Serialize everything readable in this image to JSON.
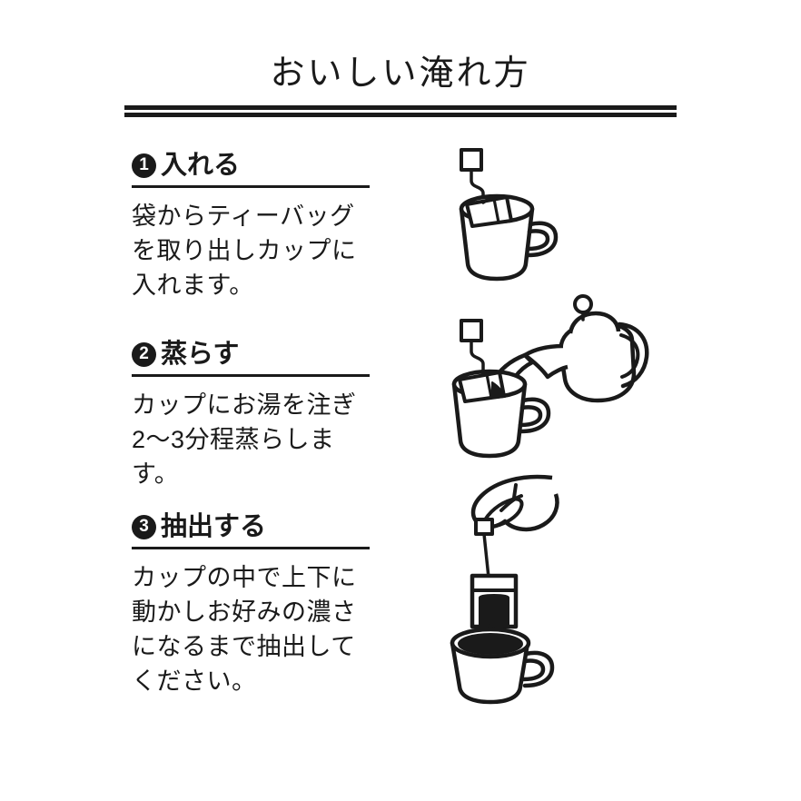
{
  "document": {
    "title": "おいしい淹れ方",
    "language": "ja",
    "background_color": "#ffffff",
    "ink_color": "#1a1a1a"
  },
  "steps": [
    {
      "number": "❶",
      "badge_digit": "1",
      "title": "入れる",
      "body": "袋からティーバッグを取り出しカップに入れます。",
      "illustration": "mug-with-teabag-icon"
    },
    {
      "number": "❷",
      "badge_digit": "2",
      "title": "蒸らす",
      "body": "カップにお湯を注ぎ2〜3分程蒸らします。",
      "illustration": "kettle-pouring-into-mug-icon"
    },
    {
      "number": "❸",
      "badge_digit": "3",
      "title": "抽出する",
      "body": "カップの中で上下に動かしお好みの濃さになるまで抽出してください。",
      "illustration": "hand-dipping-teabag-icon"
    }
  ]
}
